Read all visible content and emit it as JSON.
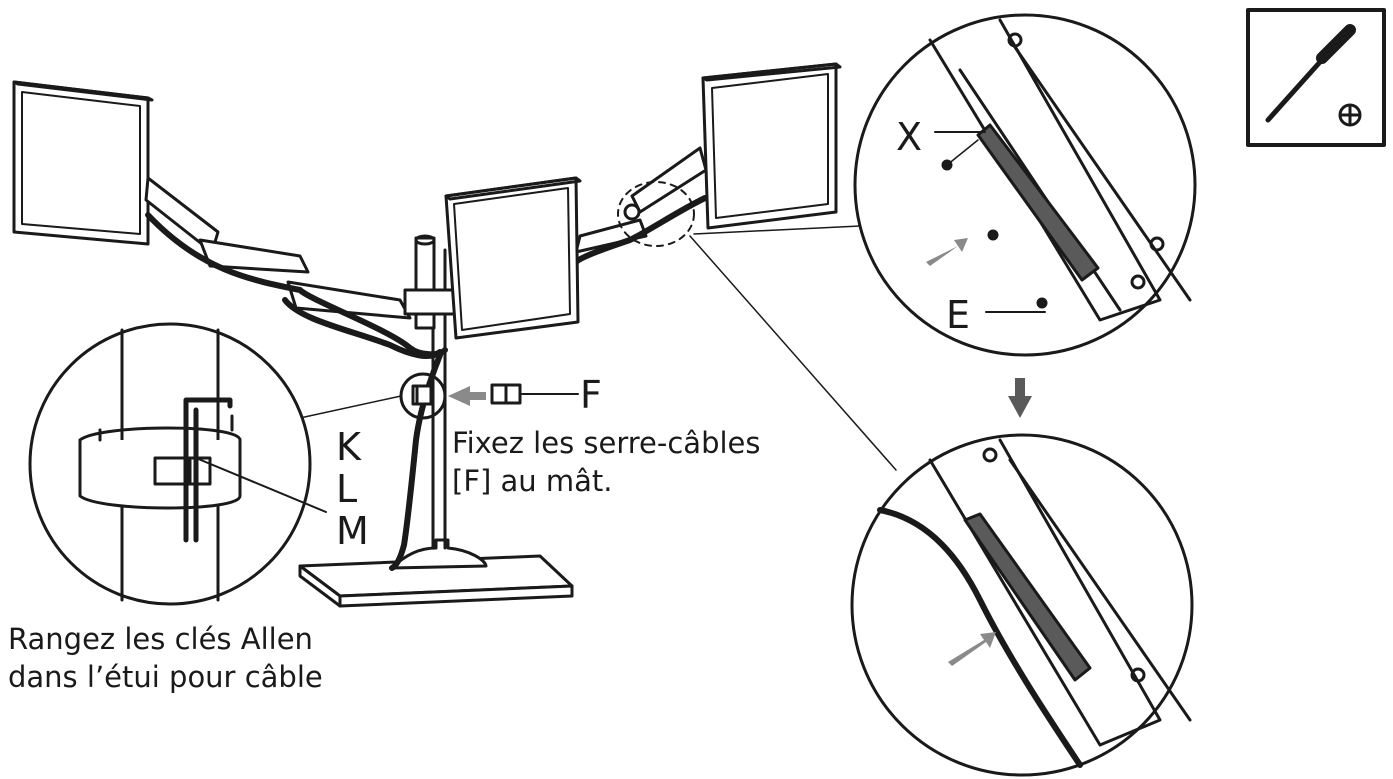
{
  "labels": {
    "x": "X",
    "e": "E",
    "f": "F",
    "k": "K",
    "l": "L",
    "m": "M"
  },
  "captions": {
    "cable_ties_line1": "Fixez les serre-câbles",
    "cable_ties_line2": "[F] au mât.",
    "allen_keys_line1": "Rangez les clés Allen",
    "allen_keys_line2": "dans l’étui pour câble"
  },
  "icons": {
    "tool": "phillips-screwdriver-icon",
    "tool_symbol": "⊕"
  },
  "colors": {
    "line": "#1a1a1a",
    "arrow": "#8a8a8a",
    "rail": "#5a5a5a"
  }
}
